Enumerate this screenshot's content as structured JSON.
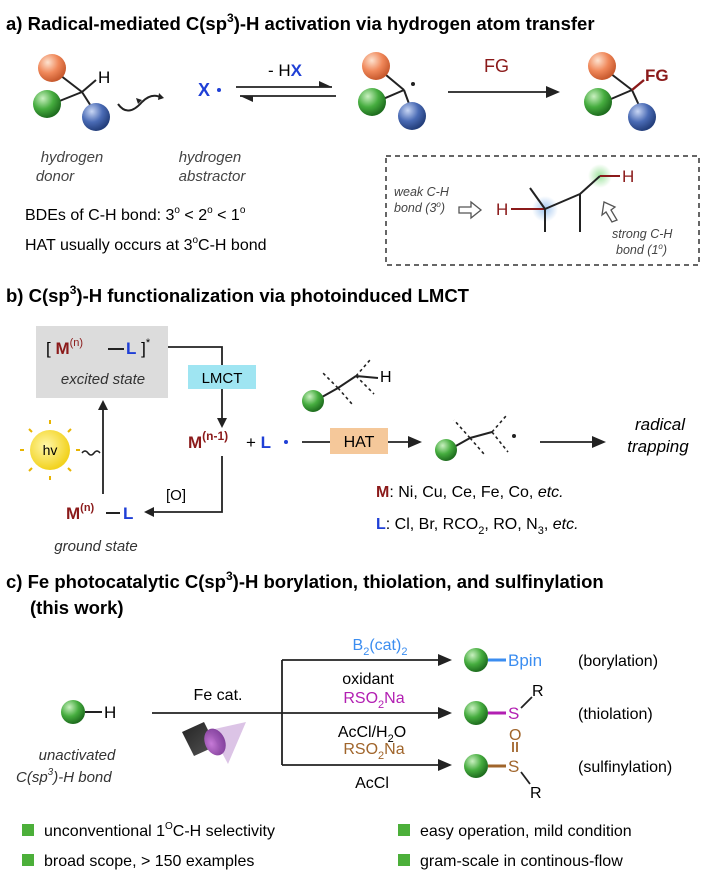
{
  "section_a": {
    "title": "a) Radical-mediated C(sp",
    "title_sup": "3",
    "title_end": ")-H activation via hydrogen atom transfer",
    "h_label": "H",
    "x_radical": "X",
    "minus_hx_prefix": "- H",
    "minus_hx_x": "X",
    "fg_arrow": "FG",
    "fg_product": "FG",
    "donor_line1": "hydrogen",
    "donor_line2": "donor",
    "abstractor_line1": "hydrogen",
    "abstractor_line2": "abstractor",
    "bde_line": "BDEs of C-H bond:  3",
    "bde_mid1": " < 2",
    "bde_mid2": " < 1",
    "bde_deg": "o",
    "hat_line_start": "HAT usually occurs at 3",
    "hat_line_end": "C-H bond",
    "weak_line1": "weak C-H",
    "weak_line2": "bond (3",
    "weak_line2_end": ")",
    "strong_line1": "strong C-H",
    "strong_line2": "bond (1",
    "strong_line2_end": ")",
    "h_left": "H",
    "h_right": "H"
  },
  "section_b": {
    "title": "b) C(sp",
    "title_sup": "3",
    "title_end": ")-H functionalization via photoinduced LMCT",
    "excited_m": "M",
    "excited_n": "(n)",
    "excited_l": "L",
    "excited_state": "excited state",
    "lmct": "LMCT",
    "hv": "hv",
    "m_reduced": "M",
    "m_reduced_sup": "(n-1)",
    "plus_l": "+ ",
    "l_radical": "L",
    "hat": "HAT",
    "oxidant": "[O]",
    "ground_m": "M",
    "ground_n": "(n)",
    "ground_l": "L",
    "ground_state": "ground state",
    "h_label": "H",
    "radical_line1": "radical",
    "radical_line2": "trapping",
    "m_key": "M",
    "m_list": ": Ni, Cu, Ce, Fe, Co, ",
    "m_etc": "etc.",
    "l_key": "L",
    "l_list_a": ": Cl, Br, RCO",
    "l_list_sub1": "2",
    "l_list_b": ", RO, N",
    "l_list_sub2": "3",
    "l_list_c": ", ",
    "l_etc": "etc."
  },
  "section_c": {
    "title_a": "c) Fe photocatalytic C(sp",
    "title_sup": "3",
    "title_b": ")-H borylation, thiolation, and sulfinylation",
    "title_line2": "(this work)",
    "substrate_h": "H",
    "fe_cat": "Fe cat.",
    "hv": "hv",
    "unactivated_line1": "unactivated",
    "unactivated_line2a": "C(sp",
    "unactivated_sup": "3",
    "unactivated_line2b": ")-H bond",
    "boryl_reagent_a": "B",
    "boryl_reagent_sub": "2",
    "boryl_reagent_b": "(cat)",
    "boryl_reagent_sub2": "2",
    "boryl_cond": "oxidant",
    "boryl_product": "Bpin",
    "boryl_label": "(borylation)",
    "thio_reagent_a": "RSO",
    "thio_reagent_sub": "2",
    "thio_reagent_b": "Na",
    "thio_cond_a": "AcCl/H",
    "thio_cond_sub": "2",
    "thio_cond_b": "O",
    "thio_s": "S",
    "thio_r": "R",
    "thio_label": "(thiolation)",
    "sulf_reagent_a": "RSO",
    "sulf_reagent_sub": "2",
    "sulf_reagent_b": "Na",
    "sulf_cond": "AcCl",
    "sulf_o": "O",
    "sulf_s": "S",
    "sulf_r": "R",
    "sulf_label": "(sulfinylation)"
  },
  "features": [
    {
      "text_a": "unconventional 1",
      "sup": "O",
      "text_b": "C-H selectivity"
    },
    {
      "text_a": "broad scope, > 150 examples"
    },
    {
      "text_a": "easy operation, mild condition"
    },
    {
      "text_a": "gram-scale in continous-flow"
    }
  ],
  "colors": {
    "dark_red": "#8b1a1a",
    "blue": "#1f3fd6",
    "orange_sphere": "#f08a5a",
    "green_sphere": "#3aa63a",
    "navy_sphere": "#3e5fa8",
    "lmct_fill": "#9fe5f2",
    "hat_fill": "#f5c89a",
    "gray_fill": "#dcdcdc",
    "boryl_color": "#3b8df0",
    "thio_color": "#b21fb2",
    "sulf_color": "#a0652b",
    "bullet_green": "#4caf3a"
  }
}
